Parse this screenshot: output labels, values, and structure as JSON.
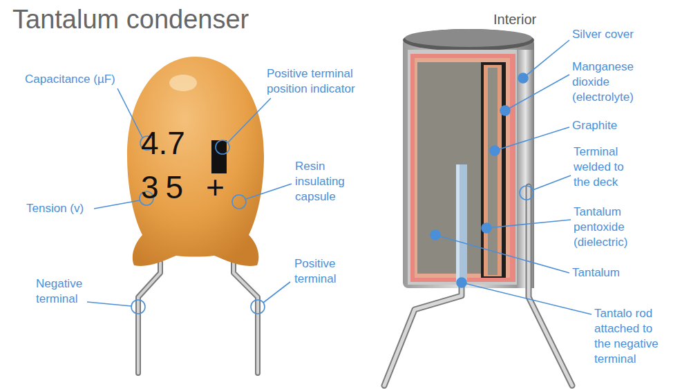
{
  "diagram": {
    "title": "Tantalum condenser",
    "labels": [
      "Interior",
      "Capacitance (µF)",
      "Positive terminal position indicator",
      "4.7",
      "35",
      "+",
      "Resin insulating capsule",
      "Tension (v)",
      "Negative terminal",
      "Positive terminal",
      "Silver cover",
      "Manganese dioxide (electrolyte)",
      "Graphite",
      "Terminal welded to the deck",
      "Tantalum pentoxide (dielectric)",
      "Tantalum",
      "Tantalo rod attached to the negative terminal"
    ]
  }
}
